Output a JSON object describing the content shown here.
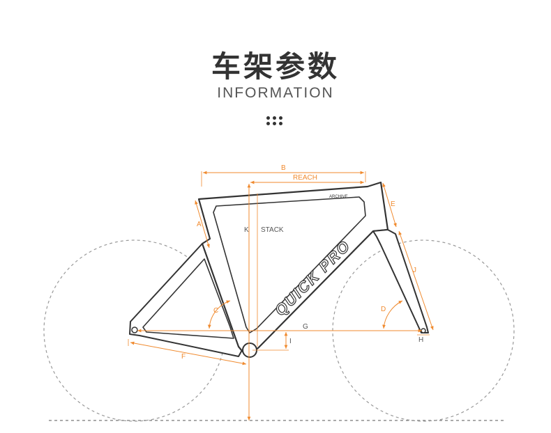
{
  "header": {
    "title": "车架参数",
    "subtitle": "INFORMATION"
  },
  "frame": {
    "brand_text": "QUICK PRO",
    "top_tube_text": "ARCHIVE"
  },
  "dimensions": {
    "A": "A",
    "B": "B",
    "C": "C",
    "D": "D",
    "E": "E",
    "F": "F",
    "G": "G",
    "H": "H",
    "I": "I",
    "J": "J",
    "K": "K",
    "reach": "REACH",
    "stack": "STACK"
  },
  "colors": {
    "dimension": "#f08a2e",
    "frame_outline": "#333333",
    "wheel_dash": "#999999",
    "title": "#333333"
  }
}
